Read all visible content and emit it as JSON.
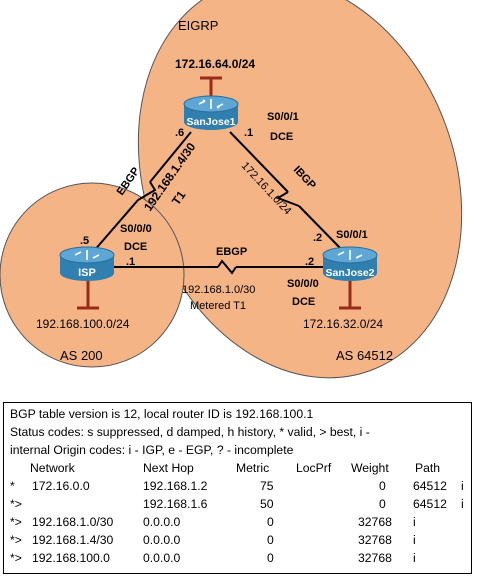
{
  "diagram": {
    "domains": {
      "eigrp": "EIGRP",
      "as200": "AS 200",
      "as64512": "AS 64512"
    },
    "routers": {
      "sanjose1": "SanJose1",
      "isp": "ISP",
      "sanjose2": "SanJose2"
    },
    "networks": {
      "top": "172.16.64.0/24",
      "isp_lan": "192.168.100.0/24",
      "sj2_lan": "172.16.32.0/24"
    },
    "links": {
      "ebgp_upper": "EBGP",
      "ebgp_upper_net": "192.168.1.4/30",
      "ebgp_upper_t1": "T1",
      "ibgp": "IBGP",
      "ibgp_net": "172.16.1.0/24",
      "ebgp_lower": "EBGP",
      "ebgp_lower_net": "192.168.1.0/30",
      "ebgp_lower_t1": "Metered T1"
    },
    "interfaces": {
      "sj1_left_ip": ".6",
      "sj1_right_ip": ".1",
      "sj1_if": "S0/0/1",
      "sj1_dce": "DCE",
      "isp_up_ip": ".5",
      "isp_if": "S0/0/0",
      "isp_dce": "DCE",
      "isp_right_ip": ".1",
      "sj2_up_ip": ".2",
      "sj2_if_up": "S0/0/1",
      "sj2_left_ip": ".2",
      "sj2_if_down": "S0/0/0",
      "sj2_dce": "DCE"
    },
    "colors": {
      "domain_fill": "#f5b485",
      "router_body": "#2f7fb0",
      "router_top": "#5ea7d4",
      "lan_line": "#9a2a1a"
    }
  },
  "bgp_table": {
    "line1": "BGP table version is 12, local router ID is 192.168.100.1",
    "line2": "Status codes: s suppressed, d damped, h history, * valid,    >   best,    i -",
    "line3": "internal      Origin codes: i - IGP, e - EGP, ? - incomplete",
    "headers": {
      "network": "Network",
      "next_hop": "Next Hop",
      "metric": "Metric",
      "locprf": "LocPrf",
      "weight": "Weight",
      "path": "Path"
    },
    "rows": [
      {
        "status": "*",
        "network": "172.16.0.0",
        "next_hop": "192.168.1.2",
        "metric": "75",
        "locprf": "",
        "weight": "0",
        "path": "64512",
        "origin": "i"
      },
      {
        "status": "*>",
        "network": "",
        "next_hop": "192.168.1.6",
        "metric": "50",
        "locprf": "",
        "weight": "0",
        "path": "64512",
        "origin": "i"
      },
      {
        "status": "*>",
        "network": "192.168.1.0/30",
        "next_hop": "0.0.0.0",
        "metric": "0",
        "locprf": "",
        "weight": "32768",
        "path": "i",
        "origin": ""
      },
      {
        "status": "*>",
        "network": "192.168.1.4/30",
        "next_hop": "0.0.0.0",
        "metric": "0",
        "locprf": "",
        "weight": "32768",
        "path": "i",
        "origin": ""
      },
      {
        "status": "*>",
        "network": "192.168.100.0",
        "next_hop": "0.0.0.0",
        "metric": "0",
        "locprf": "",
        "weight": "32768",
        "path": "i",
        "origin": ""
      }
    ]
  }
}
